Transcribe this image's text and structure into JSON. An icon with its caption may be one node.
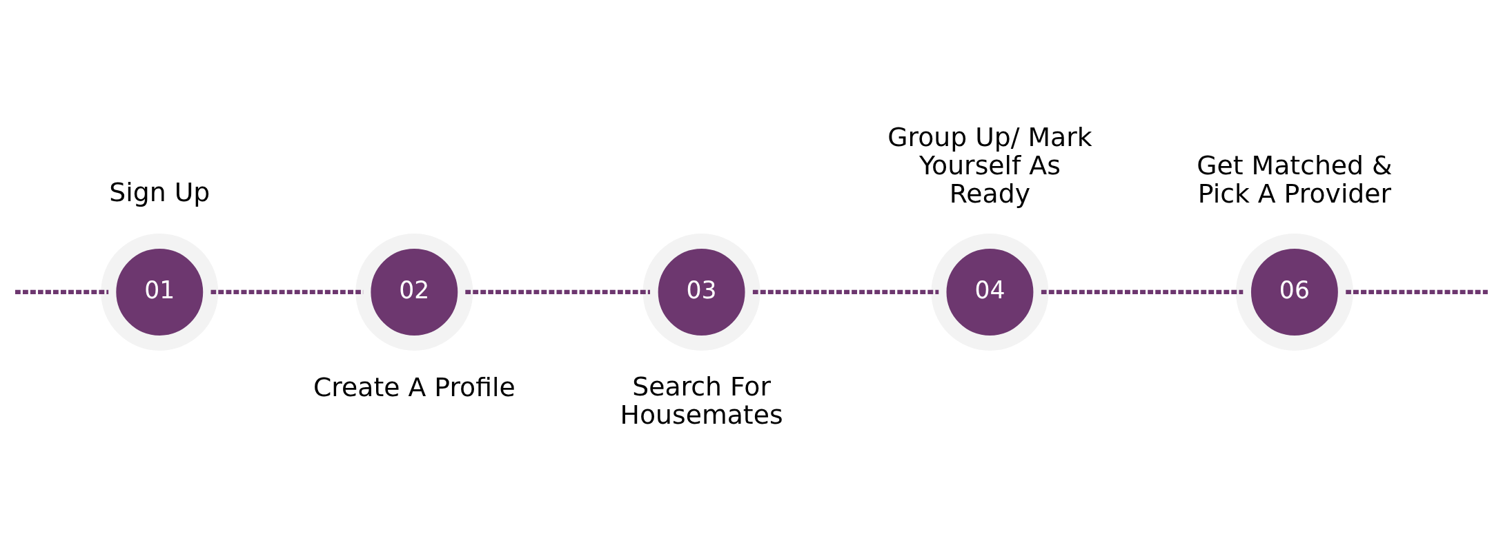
{
  "diagram": {
    "nodes": [
      {
        "text": [
          "01"
        ],
        "beside": [
          "Sign Up"
        ]
      },
      {
        "text": [
          "02"
        ],
        "beside": [
          "Create A Profile"
        ]
      },
      {
        "text": [
          "03"
        ],
        "beside": [
          "Search For Housemates"
        ]
      },
      {
        "text": [
          "04"
        ],
        "beside": [
          "Group Up/ Mark Yourself As Ready"
        ]
      },
      {
        "text": [
          "06"
        ],
        "beside": [
          "Get Matched & Pick A Provider"
        ]
      }
    ],
    "edges": [
      {
        "from": null,
        "to": 0,
        "arrow": "none",
        "style": "dashed"
      },
      {
        "from": 0,
        "to": 1,
        "arrow": "none",
        "style": "dashed"
      },
      {
        "from": 1,
        "to": 2,
        "arrow": "none",
        "style": "dashed"
      },
      {
        "from": 2,
        "to": 3,
        "arrow": "none",
        "style": "dashed"
      },
      {
        "from": 3,
        "to": 4,
        "arrow": "none",
        "style": "dashed"
      },
      {
        "from": 4,
        "to": null,
        "arrow": "none",
        "style": "dashed"
      }
    ]
  }
}
